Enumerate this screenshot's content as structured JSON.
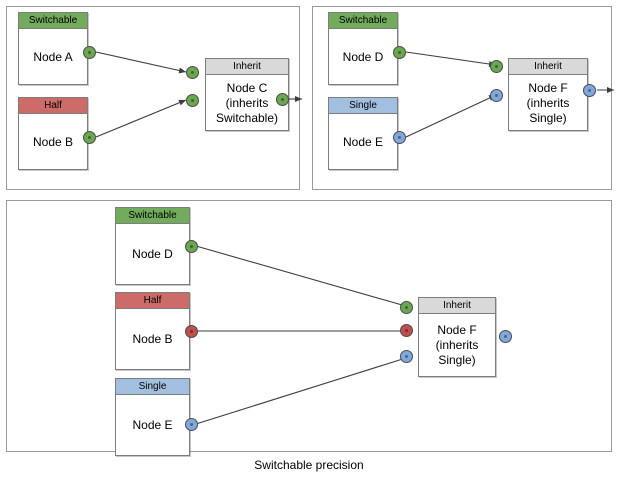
{
  "diagram": {
    "caption": "Switchable precision",
    "colors": {
      "switchable": "#72ab5c",
      "half": "#cd6b69",
      "single": "#a3bfe0",
      "inherit": "#d9d9d9",
      "port_green": "#6aa84f",
      "port_red": "#c0504d",
      "port_blue": "#7fa9dd",
      "edge": "#3d3d3d",
      "panel_border": "#9a9a9a",
      "node_border": "#7d7d7d"
    },
    "panels": [
      {
        "id": "top-left",
        "nodes": [
          {
            "id": "a",
            "header": "Switchable",
            "label": "Node A",
            "port_out": "green"
          },
          {
            "id": "b",
            "header": "Half",
            "label": "Node B",
            "port_out": "green"
          },
          {
            "id": "c",
            "header": "Inherit",
            "label": "Node C\n(inherits\nSwitchable)",
            "ports_in": [
              "green",
              "green"
            ],
            "port_out": "green"
          }
        ],
        "edges": [
          {
            "from": "a",
            "to": "c",
            "port": "green"
          },
          {
            "from": "b",
            "to": "c",
            "port": "green"
          }
        ]
      },
      {
        "id": "top-right",
        "nodes": [
          {
            "id": "d",
            "header": "Switchable",
            "label": "Node D",
            "port_out": "green"
          },
          {
            "id": "e",
            "header": "Single",
            "label": "Node E",
            "port_out": "blue"
          },
          {
            "id": "f",
            "header": "Inherit",
            "label": "Node F\n(inherits\nSingle)",
            "ports_in": [
              "green",
              "blue"
            ],
            "port_out": "blue"
          }
        ],
        "edges": [
          {
            "from": "d",
            "to": "f",
            "port": "green"
          },
          {
            "from": "e",
            "to": "f",
            "port": "blue"
          }
        ]
      },
      {
        "id": "bottom",
        "nodes": [
          {
            "id": "d2",
            "header": "Switchable",
            "label": "Node D",
            "port_out": "green"
          },
          {
            "id": "b2",
            "header": "Half",
            "label": "Node B",
            "port_out": "red"
          },
          {
            "id": "e2",
            "header": "Single",
            "label": "Node E",
            "port_out": "blue"
          },
          {
            "id": "f2",
            "header": "Inherit",
            "label": "Node F\n(inherits\nSingle)",
            "ports_in": [
              "green",
              "red",
              "blue"
            ],
            "port_out": "blue"
          }
        ],
        "edges": [
          {
            "from": "d2",
            "to": "f2",
            "port": "green"
          },
          {
            "from": "b2",
            "to": "f2",
            "port": "red"
          },
          {
            "from": "e2",
            "to": "f2",
            "port": "blue"
          }
        ]
      }
    ]
  }
}
